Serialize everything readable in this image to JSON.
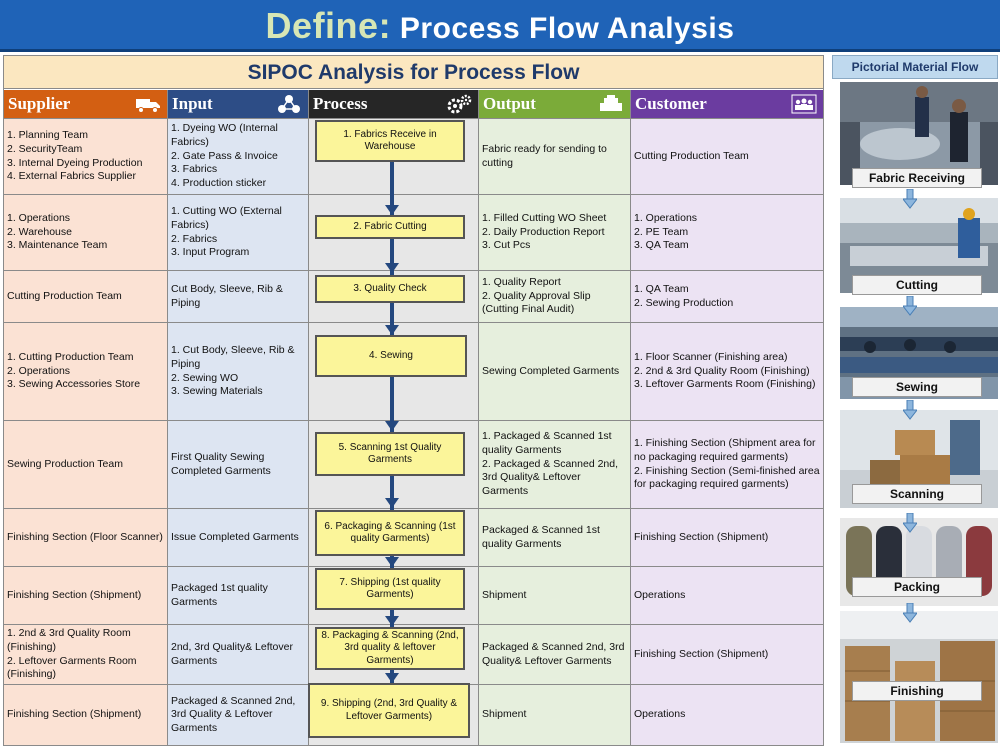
{
  "title": {
    "highlight": "Define:",
    "main": "Process Flow Analysis"
  },
  "sipoc": {
    "title": "SIPOC Analysis for Process Flow",
    "headers": {
      "supplier": "Supplier",
      "input": "Input",
      "process": "Process",
      "output": "Output",
      "customer": "Customer"
    },
    "rows": [
      {
        "supplier": "1. Planning Team\n2. SecurityTeam\n3. Internal Dyeing Production\n4. External Fabrics Supplier",
        "input": "1. Dyeing WO (Internal Fabrics)\n2. Gate Pass & Invoice\n3. Fabrics\n4. Production sticker",
        "process": "1. Fabrics Receive in Warehouse",
        "output": "Fabric ready for sending to cutting",
        "customer": "Cutting Production Team"
      },
      {
        "supplier": "1. Operations\n2. Warehouse\n3. Maintenance Team",
        "input": "1. Cutting WO (External Fabrics)\n2. Fabrics\n3. Input Program",
        "process": "2. Fabric Cutting",
        "output": "1. Filled Cutting WO Sheet\n2. Daily Production Report\n3. Cut Pcs",
        "customer": "1. Operations\n2. PE Team\n3. QA Team"
      },
      {
        "supplier": "Cutting Production Team",
        "input": "Cut Body, Sleeve, Rib & Piping",
        "process": "3. Quality Check",
        "output": "1. Quality Report\n2. Quality Approval Slip (Cutting Final Audit)",
        "customer": "1. QA Team\n2. Sewing Production"
      },
      {
        "supplier": "1. Cutting Production Team\n2. Operations\n3. Sewing Accessories Store",
        "input": "1. Cut Body, Sleeve, Rib & Piping\n2. Sewing WO\n3. Sewing Materials",
        "process": "4. Sewing",
        "output": "Sewing Completed Garments",
        "customer": "1. Floor Scanner (Finishing area)\n2. 2nd & 3rd Quality Room (Finishing)\n3. Leftover Garments Room (Finishing)"
      },
      {
        "supplier": "Sewing Production Team",
        "input": "First Quality Sewing Completed Garments",
        "process": "5. Scanning 1st Quality Garments",
        "output": "1. Packaged & Scanned 1st quality Garments\n2. Packaged & Scanned 2nd, 3rd Quality& Leftover Garments",
        "customer": "1. Finishing Section (Shipment area for no packaging required garments)\n2. Finishing Section (Semi-finished area for packaging required garments)"
      },
      {
        "supplier": "Finishing Section (Floor Scanner)",
        "input": "Issue Completed Garments",
        "process": "6. Packaging & Scanning (1st quality Garments)",
        "output": "Packaged & Scanned 1st quality Garments",
        "customer": "Finishing Section (Shipment)"
      },
      {
        "supplier": "Finishing Section (Shipment)",
        "input": "Packaged 1st quality Garments",
        "process": "7. Shipping (1st quality Garments)",
        "output": "Shipment",
        "customer": "Operations"
      },
      {
        "supplier": "1. 2nd & 3rd Quality Room (Finishing)\n2. Leftover Garments Room (Finishing)",
        "input": "2nd, 3rd Quality& Leftover Garments",
        "process": "8. Packaging & Scanning (2nd, 3rd quality & leftover Garments)",
        "output": "Packaged & Scanned 2nd, 3rd Quality& Leftover Garments",
        "customer": "Finishing Section (Shipment)"
      },
      {
        "supplier": "Finishing Section (Shipment)",
        "input": "Packaged & Scanned 2nd, 3rd Quality & Leftover Garments",
        "process": "9. Shipping (2nd, 3rd Quality & Leftover Garments)",
        "output": "Shipment",
        "customer": "Operations"
      }
    ]
  },
  "panel": {
    "title": "Pictorial Material Flow",
    "steps": [
      "Fabric Receiving",
      "Cutting",
      "Sewing",
      "Scanning",
      "Packing",
      "Finishing"
    ]
  },
  "colors": {
    "title_bar": "#1f63b7",
    "supplier": "#d35f12",
    "input": "#2d4d86",
    "process": "#262626",
    "output": "#7bab39",
    "customer": "#6b3ca0",
    "process_box": "#fbf59a",
    "flow_arrow": "#24487f"
  },
  "icons": {
    "supplier": "truck-icon",
    "input": "nodes-icon",
    "process": "gears-icon",
    "output": "machine-icon",
    "customer": "people-icon"
  }
}
